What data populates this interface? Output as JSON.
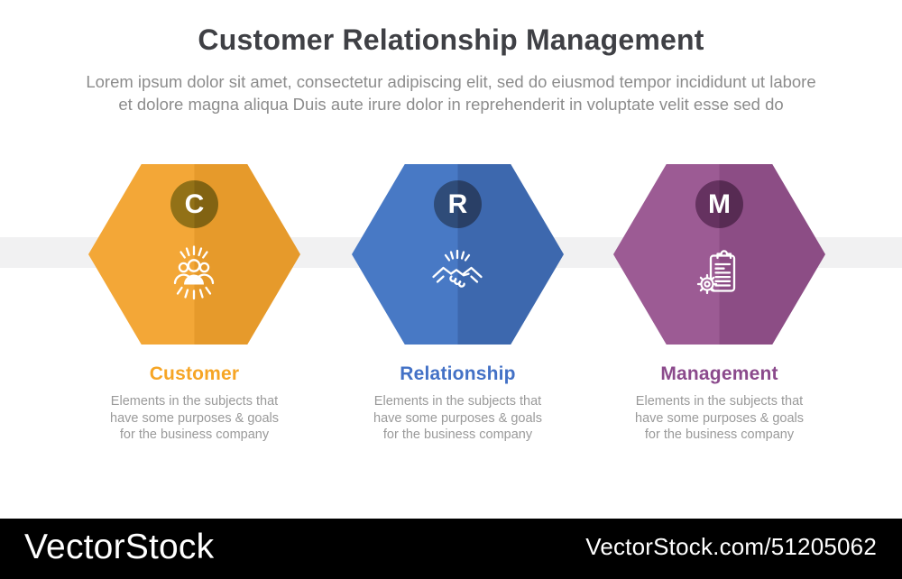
{
  "header": {
    "title": "Customer Relationship Management",
    "title_color": "#3F4045",
    "subtitle": "Lorem ipsum dolor sit amet, consectetur adipiscing elit, sed do eiusmod tempor incididunt ut labore\net dolore magna aliqua Duis aute irure dolor in reprehenderit in voluptate velit esse sed do",
    "subtitle_color": "#8C8C8C"
  },
  "band_color": "#F1F1F2",
  "columns": [
    {
      "letter": "C",
      "heading": "Customer",
      "heading_color": "#F6A525",
      "description": "Elements in the subjects that\nhave  some purposes & goals\nfor the  business company",
      "icon": "customer-group-icon",
      "hex_left": "#F3A737",
      "hex_right": "#E69A2B",
      "circle_left": "#927117",
      "circle_right": "#826312"
    },
    {
      "letter": "R",
      "heading": "Relationship",
      "heading_color": "#4371C6",
      "description": "Elements in the subjects that\nhave  some purposes & goals\nfor the  business company",
      "icon": "handshake-icon",
      "hex_left": "#4879C5",
      "hex_right": "#3D68AE",
      "circle_left": "#2F4C79",
      "circle_right": "#293F66"
    },
    {
      "letter": "M",
      "heading": "Management",
      "heading_color": "#8B4A8C",
      "description": "Elements in the subjects that\nhave  some purposes & goals\nfor the  business company",
      "icon": "clipboard-gear-icon",
      "hex_left": "#9C5B94",
      "hex_right": "#8C4D85",
      "circle_left": "#653260",
      "circle_right": "#572B53"
    }
  ],
  "watermark": {
    "brand": "VectorStock",
    "site_ref": "VectorStock.com/51205062",
    "bar_color": "#000000",
    "text_color": "#FFFFFF"
  }
}
